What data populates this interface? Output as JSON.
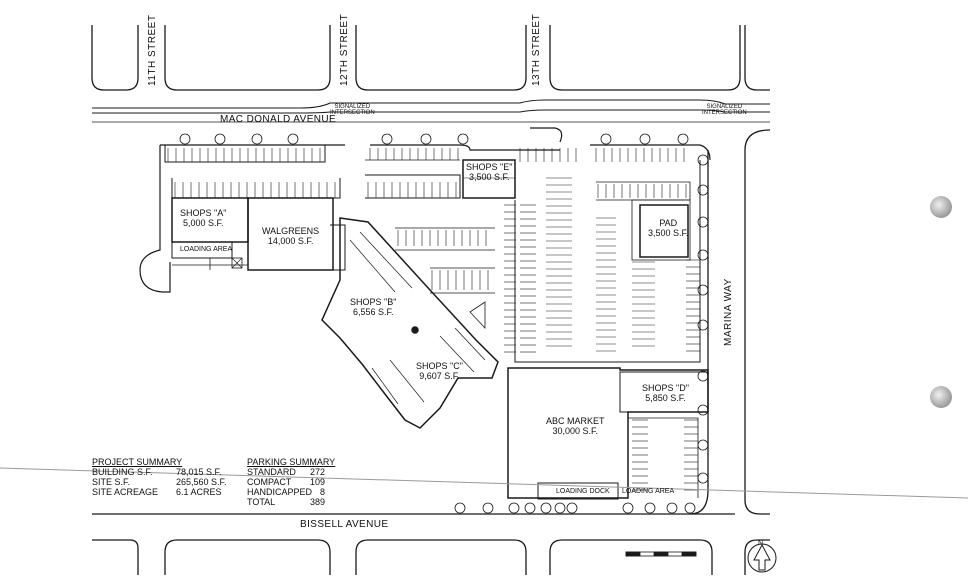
{
  "streets": {
    "eleventh": "11th STREET",
    "twelfth": "12th STREET",
    "thirteenth": "13th STREET",
    "macdonald": "MAC DONALD AVENUE",
    "bissell": "BISSELL AVENUE",
    "marina": "MARINA WAY"
  },
  "signals": {
    "left": "SIGNALIZED\nINTERSECTION",
    "right": "SIGNALIZED\nINTERSECTION"
  },
  "buildings": {
    "shops_a": "SHOPS \"A\"\n5,000 S.F.",
    "walgreens": "WALGREENS\n14,000 S.F.",
    "loading_area_walgreens": "LOADING AREA",
    "shops_b": "SHOPS \"B\"\n6,556 S.F.",
    "shops_c": "SHOPS \"C\"\n9,607 S.F.",
    "shops_e": "SHOPS \"E\"\n3,500 S.F.",
    "pad": "PAD\n3,500 S.F.",
    "shops_d": "SHOPS \"D\"\n5,850 S.F.",
    "abc_market": "ABC MARKET\n30,000 S.F.",
    "loading_dock": "LOADING DOCK",
    "loading_area_market": "LOADING AREA"
  },
  "project_summary": {
    "title": "PROJECT SUMMARY",
    "rows": [
      {
        "label": "BUILDING S.F.",
        "value": "78,015 S.F."
      },
      {
        "label": "SITE S.F.",
        "value": "265,560 S.F."
      },
      {
        "label": "SITE ACREAGE",
        "value": "6.1 ACRES"
      }
    ]
  },
  "parking_summary": {
    "title": "PARKING SUMMARY",
    "rows": [
      {
        "label": "STANDARD",
        "value": "272"
      },
      {
        "label": "COMPACT",
        "value": "109"
      },
      {
        "label": "HANDICAPPED",
        "value": "8"
      },
      {
        "label": "TOTAL",
        "value": "389"
      }
    ]
  },
  "north_arrow": "N",
  "colors": {
    "line": "#1a1a1a",
    "paper": "#ffffff",
    "punch": "#8a8a8a"
  }
}
